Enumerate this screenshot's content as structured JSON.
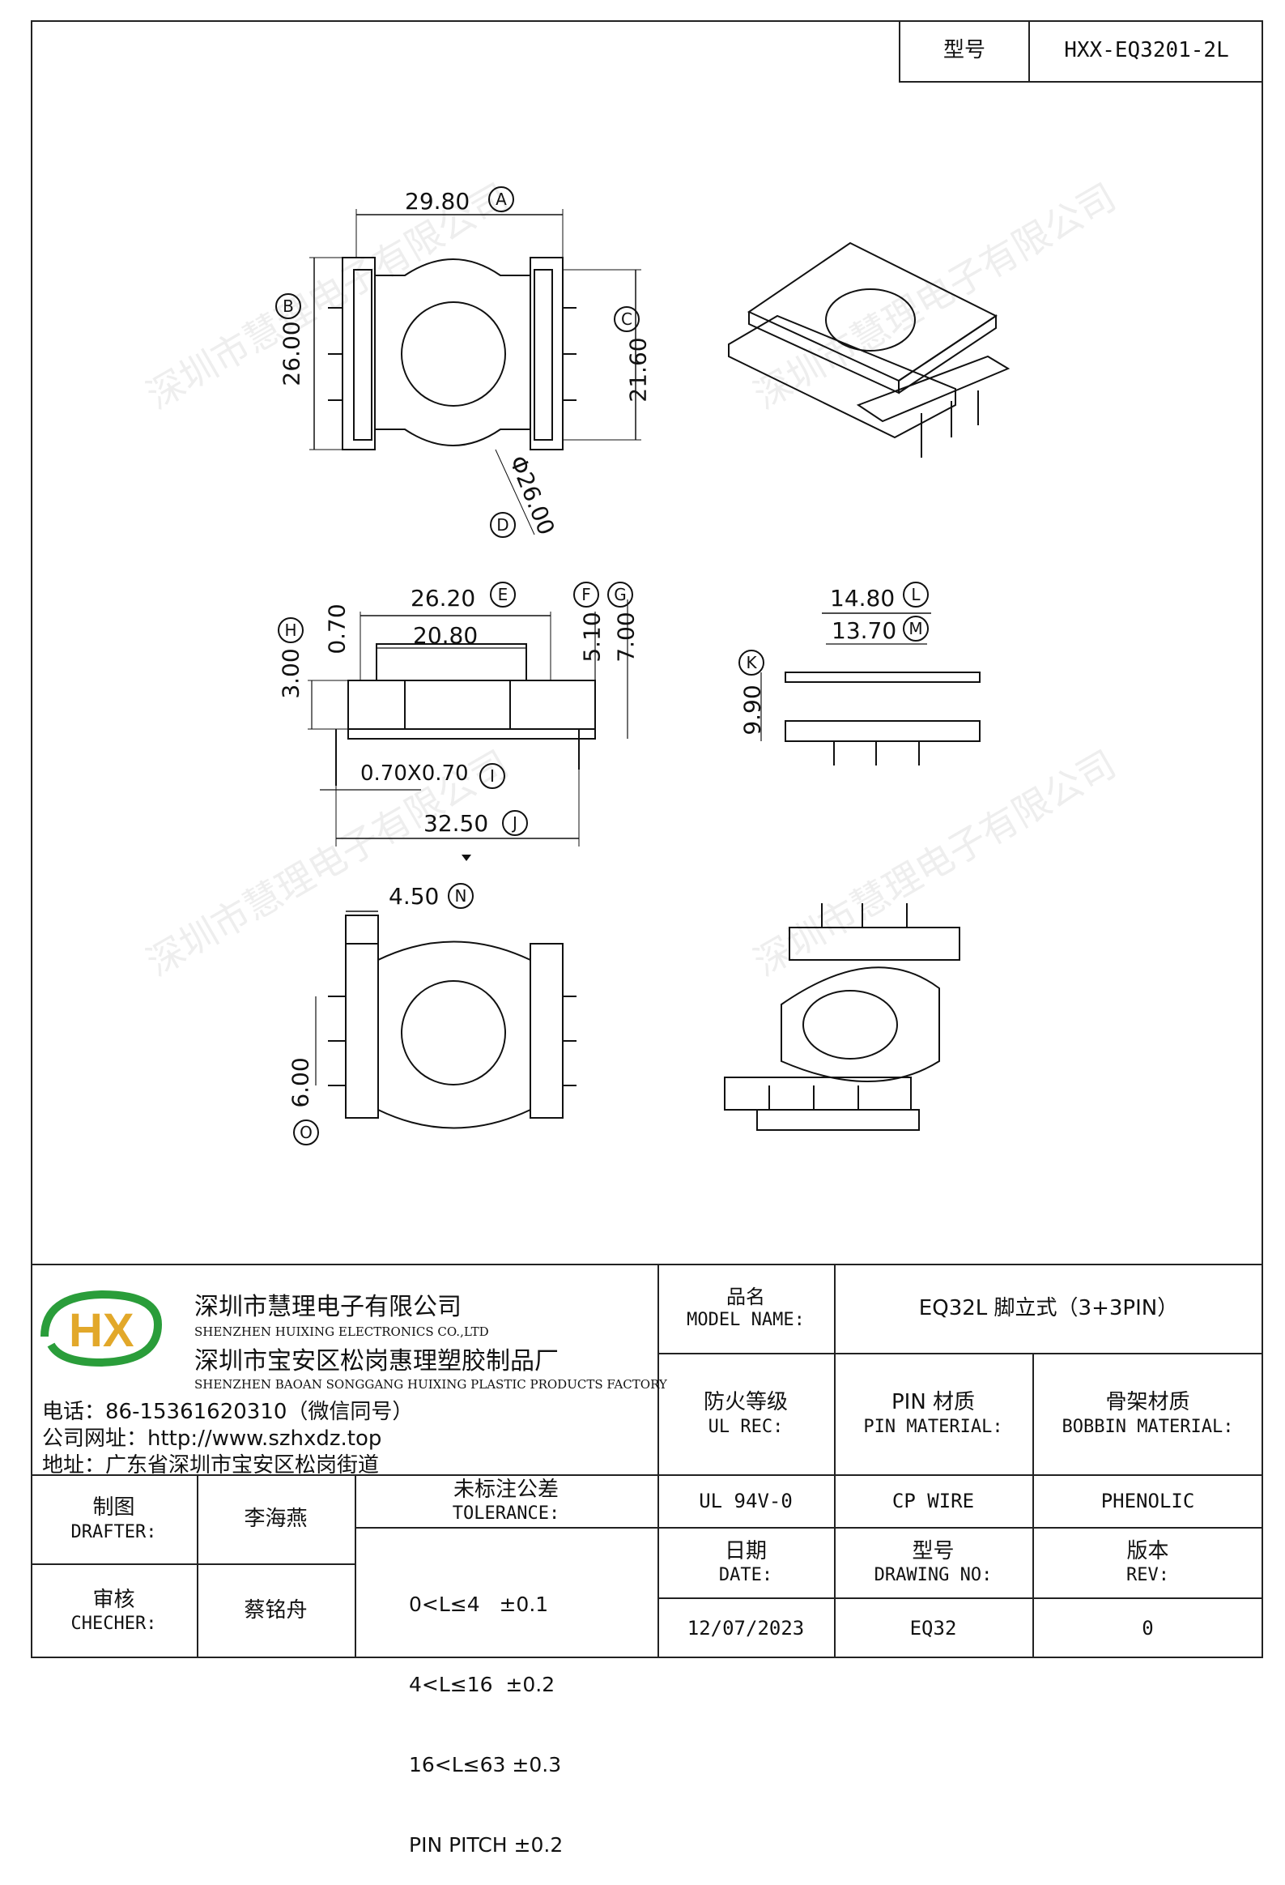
{
  "title_block": {
    "model_label": "型号",
    "model_value": "HXX-EQ3201-2L"
  },
  "company": {
    "name_cn": "深圳市慧理电子有限公司",
    "name_en": "SHENZHEN HUIXING ELECTRONICS CO.,LTD",
    "factory_cn": "深圳市宝安区松岗惠理塑胶制品厂",
    "factory_en": "SHENZHEN BAOAN SONGGANG HUIXING PLASTIC PRODUCTS FACTORY",
    "phone": "电话：86-15361620310（微信同号）",
    "website": "公司网址：http://www.szhxdz.top",
    "address": "地址：广东省深圳市宝安区松岗街道",
    "logo_text": "HX"
  },
  "info": {
    "model_name_label_cn": "品名",
    "model_name_label_en": "MODEL NAME:",
    "model_name_value": "EQ32L 脚立式（3+3PIN）",
    "ul_label_cn": "防火等级",
    "ul_label_en": "UL REC:",
    "pin_label_cn": "PIN 材质",
    "pin_label_en": "PIN MATERIAL:",
    "bobbin_label_cn": "骨架材质",
    "bobbin_label_en": "BOBBIN MATERIAL:",
    "ul_value": "UL 94V-0",
    "pin_value": "CP WIRE",
    "bobbin_value": "PHENOLIC",
    "date_label_cn": "日期",
    "date_label_en": "DATE:",
    "drawing_label_cn": "型号",
    "drawing_label_en": "DRAWING NO:",
    "rev_label_cn": "版本",
    "rev_label_en": "REV:",
    "date_value": "12/07/2023",
    "drawing_value": "EQ32",
    "rev_value": "0"
  },
  "people": {
    "drafter_cn": "制图",
    "drafter_en": "DRAFTER:",
    "drafter_name": "李海燕",
    "checker_cn": "审核",
    "checker_en": "CHECHER:",
    "checker_name": "蔡铭舟"
  },
  "tolerance": {
    "label_cn": "未标注公差",
    "label_en": "TOLERANCE:",
    "rows": [
      "0<L≤4   ±0.1",
      "4<L≤16  ±0.2",
      "16<L≤63 ±0.3",
      "PIN PITCH ±0.2"
    ]
  },
  "dimensions": {
    "A": "29.80",
    "B": "26.00",
    "C": "21.60",
    "D": "Φ26.00",
    "E": "26.20",
    "e2": "20.80",
    "F": "5.10",
    "G": "7.00",
    "H": "3.00",
    "h2": "0.70",
    "I": "0.70X0.70",
    "J": "32.50",
    "K": "9.90",
    "L": "14.80",
    "M": "13.70",
    "N": "4.50",
    "O": "6.00"
  },
  "dimension_letters": {
    "A": "A",
    "B": "B",
    "C": "C",
    "D": "D",
    "E": "E",
    "F": "F",
    "G": "G",
    "H": "H",
    "I": "I",
    "J": "J",
    "K": "K",
    "L": "L",
    "M": "M",
    "N": "N",
    "O": "O"
  },
  "watermark": "深圳市慧理电子有限公司"
}
